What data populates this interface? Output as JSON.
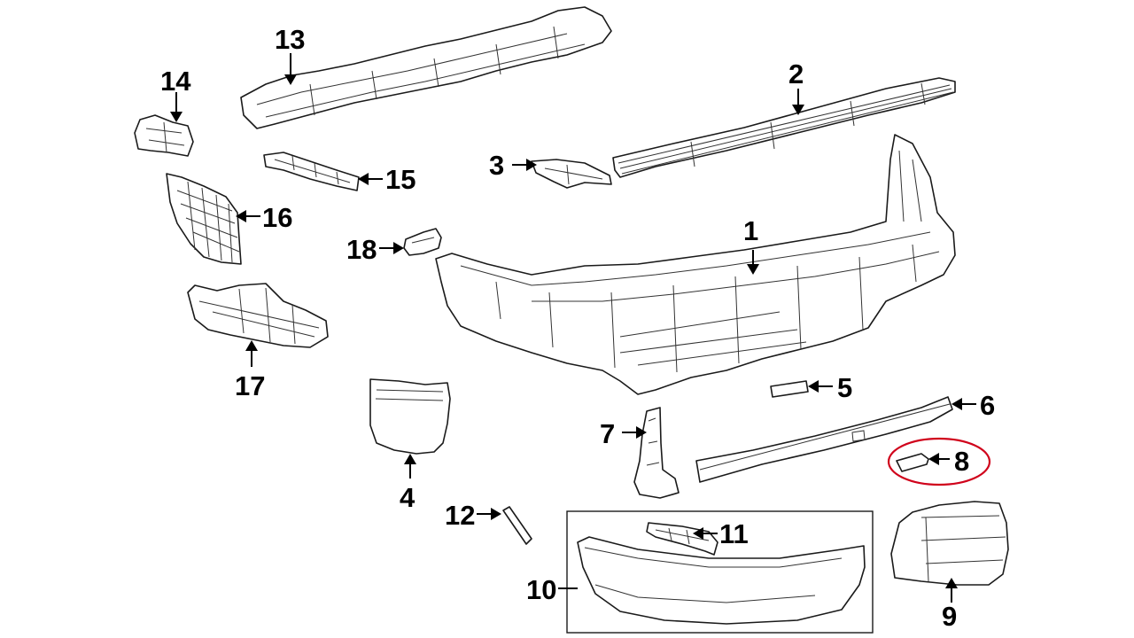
{
  "diagram": {
    "highlight_color": "#d0021b",
    "highlighted_callout": "8",
    "callouts": {
      "c1": "1",
      "c2": "2",
      "c3": "3",
      "c4": "4",
      "c5": "5",
      "c6": "6",
      "c7": "7",
      "c8": "8",
      "c9": "9",
      "c10": "10",
      "c11": "11",
      "c12": "12",
      "c13": "13",
      "c14": "14",
      "c15": "15",
      "c16": "16",
      "c17": "17",
      "c18": "18"
    }
  }
}
